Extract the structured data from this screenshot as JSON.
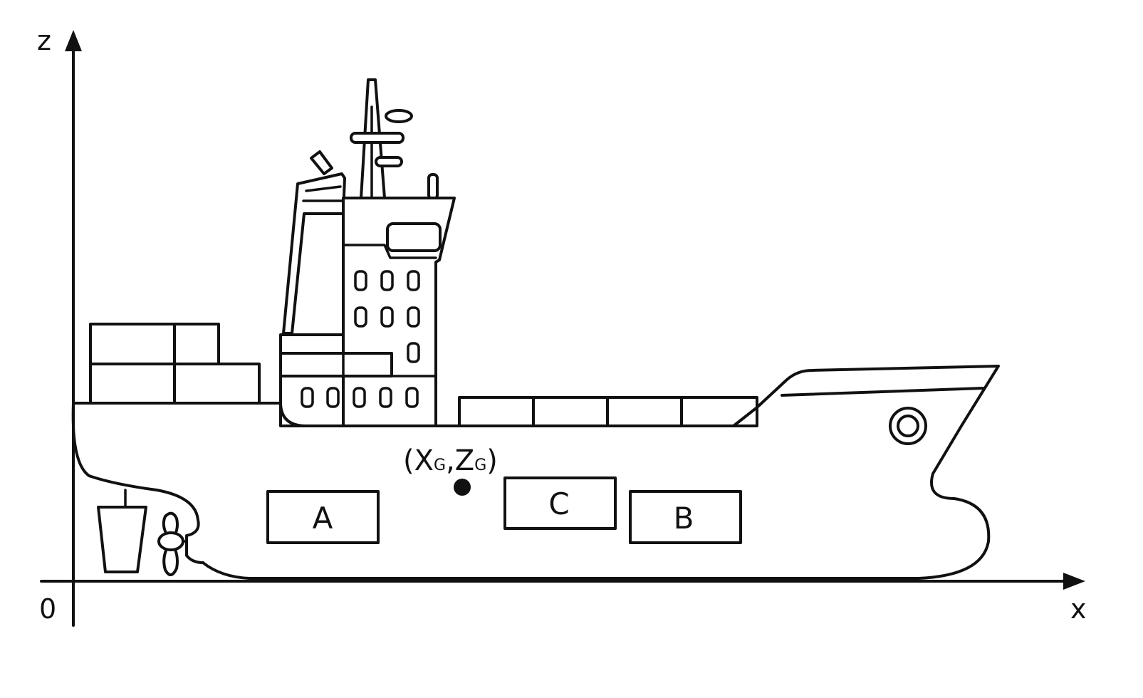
{
  "axes": {
    "x_label": "x",
    "z_label": "z",
    "origin_label": "0"
  },
  "centroid": {
    "label_x": "X",
    "label_sub": "G",
    "label_z": "Z",
    "label_comma": ",",
    "label_open": "(",
    "label_close": ")"
  },
  "compartments": {
    "a": "A",
    "b": "B",
    "c": "C"
  },
  "colors": {
    "line": "#111111",
    "background": "#ffffff"
  }
}
